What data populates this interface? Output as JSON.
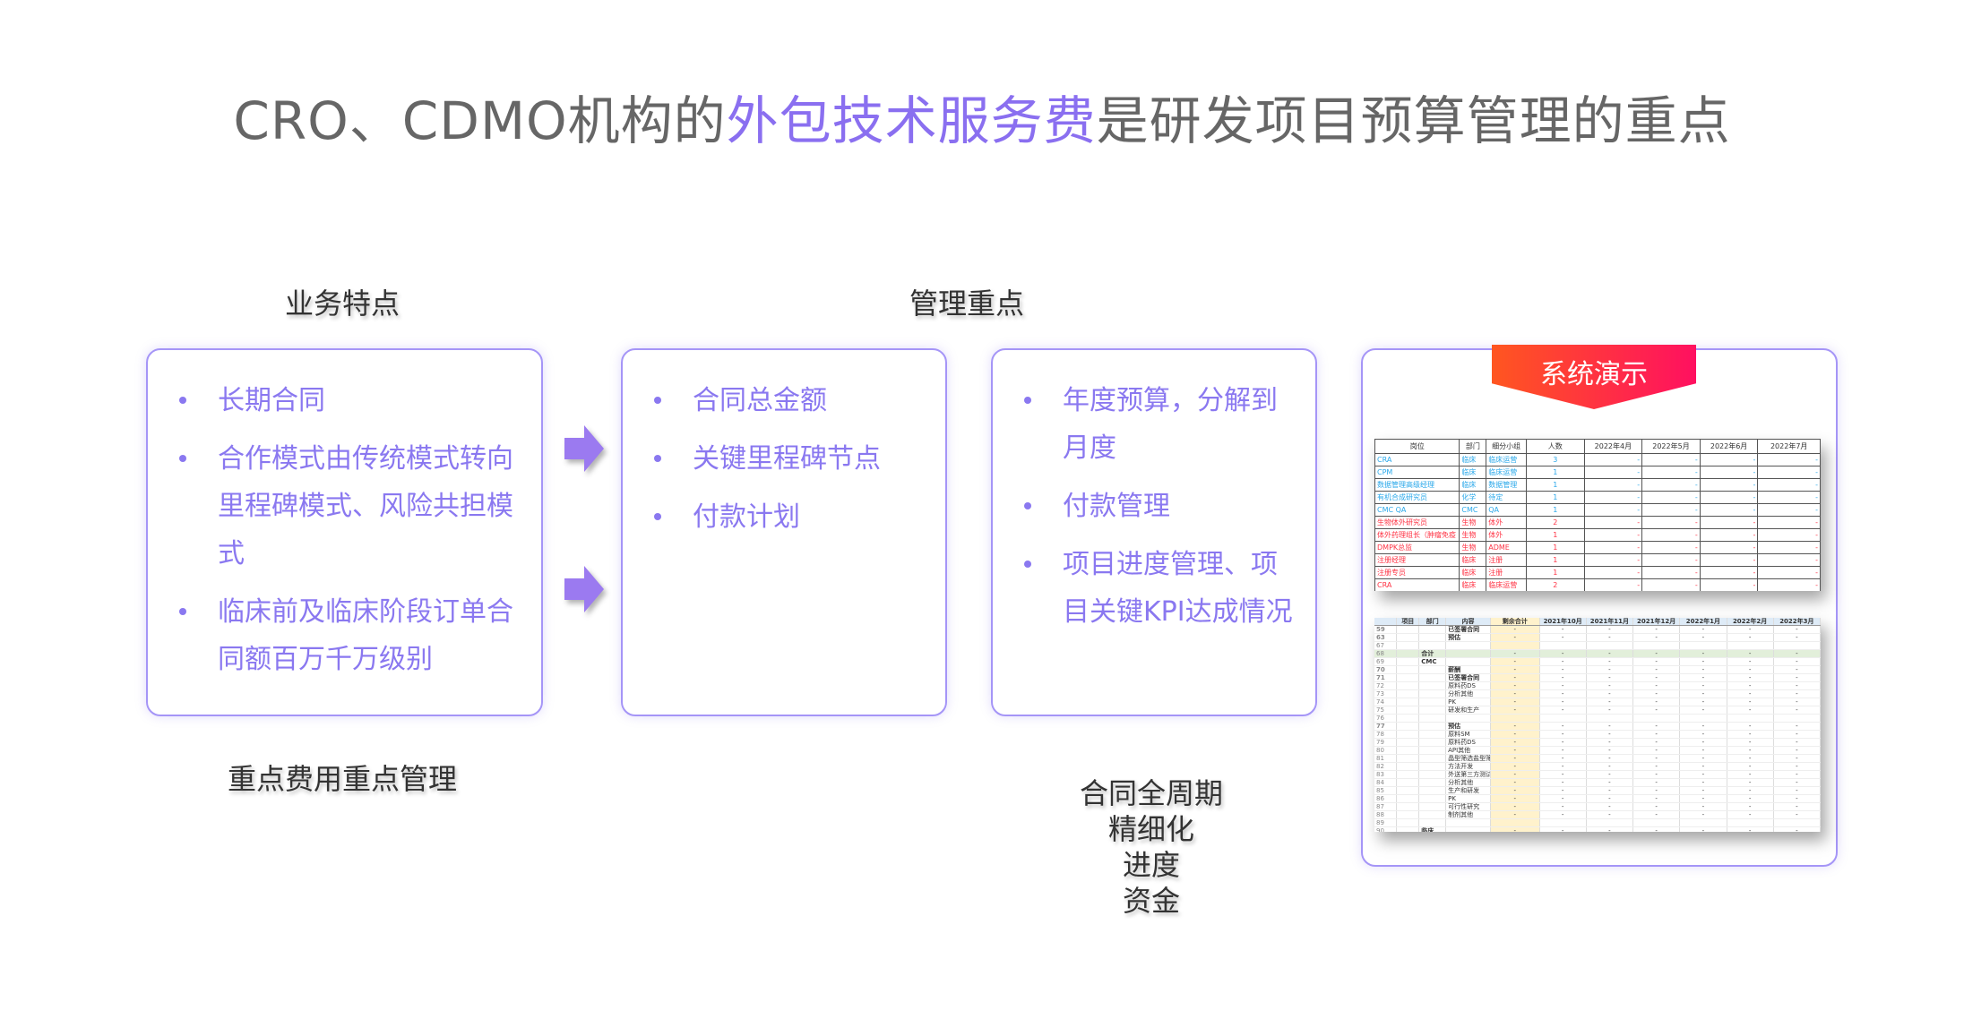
{
  "title": {
    "prefix": "CRO、CDMO机构的",
    "highlight": "外包技术服务费",
    "suffix": "是研发项目预算管理的重点"
  },
  "labels": {
    "business": "业务特点",
    "management": "管理重点",
    "key_cost": "重点费用重点管理",
    "lifecycle": [
      "合同全周期",
      "精细化",
      "进度",
      "资金"
    ]
  },
  "box1": [
    "长期合同",
    "合作模式由传统模式转向里程碑模式、风险共担模式",
    "临床前及临床阶段订单合同额百万千万级别"
  ],
  "box2": [
    "合同总金额",
    "关键里程碑节点",
    "付款计划"
  ],
  "box3": [
    "年度预算，分解到月度",
    "付款管理",
    "项目进度管理、项目关键KPI达成情况"
  ],
  "demo_banner": "系统演示",
  "sheet1": {
    "headers": [
      "岗位",
      "部门",
      "细分小组",
      "人数",
      "2022年4月",
      "2022年5月",
      "2022年6月",
      "2022年7月"
    ],
    "rows": [
      {
        "c": "blue",
        "v": [
          "CRA",
          "临床",
          "临床运营",
          "3",
          "-",
          "-",
          "-",
          "-"
        ]
      },
      {
        "c": "blue",
        "v": [
          "CPM",
          "临床",
          "临床运营",
          "1",
          "-",
          "-",
          "-",
          "-"
        ]
      },
      {
        "c": "blue",
        "v": [
          "数据管理高级经理",
          "临床",
          "数据管理",
          "1",
          "-",
          "-",
          "-",
          "-"
        ]
      },
      {
        "c": "blue",
        "v": [
          "有机合成研究员",
          "化学",
          "待定",
          "1",
          "-",
          "-",
          "-",
          "-"
        ]
      },
      {
        "c": "blue",
        "v": [
          "CMC QA",
          "CMC",
          "QA",
          "1",
          "-",
          "-",
          "-",
          "-"
        ]
      },
      {
        "c": "red",
        "v": [
          "生物体外研究员",
          "生物",
          "体外",
          "2",
          "-",
          "-",
          "-",
          "-"
        ]
      },
      {
        "c": "red",
        "v": [
          "体外药理组长（肿瘤免疫",
          "生物",
          "体外",
          "1",
          "-",
          "-",
          "-",
          "-"
        ]
      },
      {
        "c": "red",
        "v": [
          "DMPK总监",
          "生物",
          "ADME",
          "1",
          "-",
          "-",
          "-",
          "-"
        ]
      },
      {
        "c": "red",
        "v": [
          "注册经理",
          "临床",
          "注册",
          "1",
          "-",
          "-",
          "-",
          "-"
        ]
      },
      {
        "c": "red",
        "v": [
          "注册专员",
          "临床",
          "注册",
          "1",
          "-",
          "-",
          "-",
          "-"
        ]
      },
      {
        "c": "red",
        "v": [
          "CRA",
          "临床",
          "临床运营",
          "2",
          "-",
          "-",
          "-",
          "-"
        ]
      }
    ]
  },
  "sheet2": {
    "headers": [
      "",
      "项目",
      "部门",
      "内容",
      "剩余合计",
      "2021年10月",
      "2021年11月",
      "2021年12月",
      "2022年1月",
      "2022年2月",
      "2022年3月"
    ],
    "rows": [
      [
        "59",
        "",
        "",
        "已签署合同"
      ],
      [
        "63",
        "",
        "",
        "预估"
      ],
      [
        "67",
        "",
        "",
        ""
      ],
      [
        "68",
        "",
        "合计",
        ""
      ],
      [
        "69",
        "",
        "CMC",
        ""
      ],
      [
        "70",
        "",
        "",
        "薪酬"
      ],
      [
        "71",
        "",
        "",
        "已签署合同"
      ],
      [
        "72",
        "",
        "",
        "原料药DS"
      ],
      [
        "73",
        "",
        "",
        "分析其他"
      ],
      [
        "74",
        "",
        "",
        "PK"
      ],
      [
        "75",
        "",
        "",
        "研发和生产"
      ],
      [
        "76",
        "",
        "",
        ""
      ],
      [
        "77",
        "",
        "",
        "预估"
      ],
      [
        "78",
        "",
        "",
        "原料SM"
      ],
      [
        "79",
        "",
        "",
        "原料药DS"
      ],
      [
        "80",
        "",
        "",
        "API其他"
      ],
      [
        "81",
        "",
        "",
        "晶型筛选盐型筛"
      ],
      [
        "82",
        "",
        "",
        "方法开发"
      ],
      [
        "83",
        "",
        "",
        "外送第三方测试"
      ],
      [
        "84",
        "",
        "",
        "分析其他"
      ],
      [
        "85",
        "",
        "",
        "生产和研发"
      ],
      [
        "86",
        "",
        "",
        "PK"
      ],
      [
        "87",
        "",
        "",
        "可行性研究"
      ],
      [
        "88",
        "",
        "",
        "制剂其他"
      ],
      [
        "89",
        "",
        "",
        ""
      ],
      [
        "90",
        "",
        "临床",
        ""
      ]
    ],
    "dash": "-"
  }
}
